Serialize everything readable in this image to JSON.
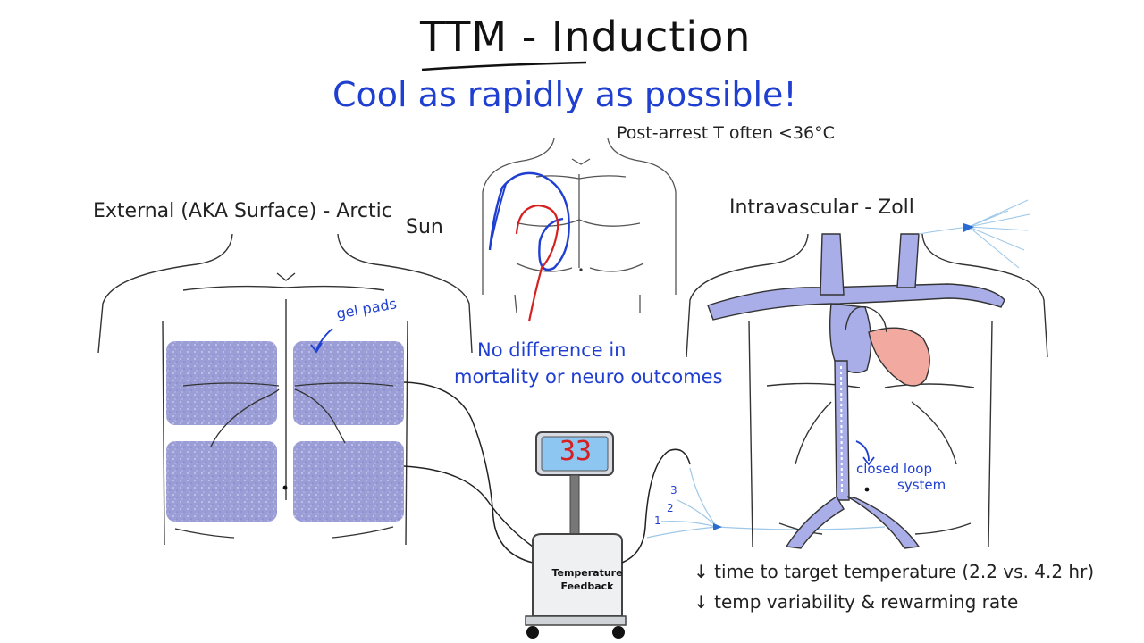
{
  "title": "TTM - Induction",
  "subtitle": "Cool as rapidly as possible!",
  "post_arrest_note": "Post-arrest T often <36°C",
  "external": {
    "label_line1": "External (AKA Surface) - Arctic",
    "label_line2": "Sun",
    "gel_pads_label": "gel pads"
  },
  "no_difference": {
    "line1": "No difference in",
    "line2": "mortality or neuro outcomes"
  },
  "intravascular": {
    "label": "Intravascular - Zoll",
    "closed_loop_line1": "closed loop",
    "closed_loop_line2": "system",
    "lumen_numbers": [
      "1",
      "2",
      "3"
    ]
  },
  "device": {
    "display_value": "33",
    "feedback_label": "Temperature Feedback"
  },
  "benefits": [
    "↓ time to target temperature (2.2 vs. 4.2 hr)",
    "↓ temp variability & rewarming rate"
  ],
  "colors": {
    "gel_pad_fill": "#9b9ed6",
    "vessel_fill": "#a9aee8",
    "heart_fill": "#f2a9a0",
    "ink_blue": "#1f3fd1",
    "ink_red": "#d62020",
    "display_red": "#d62020"
  }
}
